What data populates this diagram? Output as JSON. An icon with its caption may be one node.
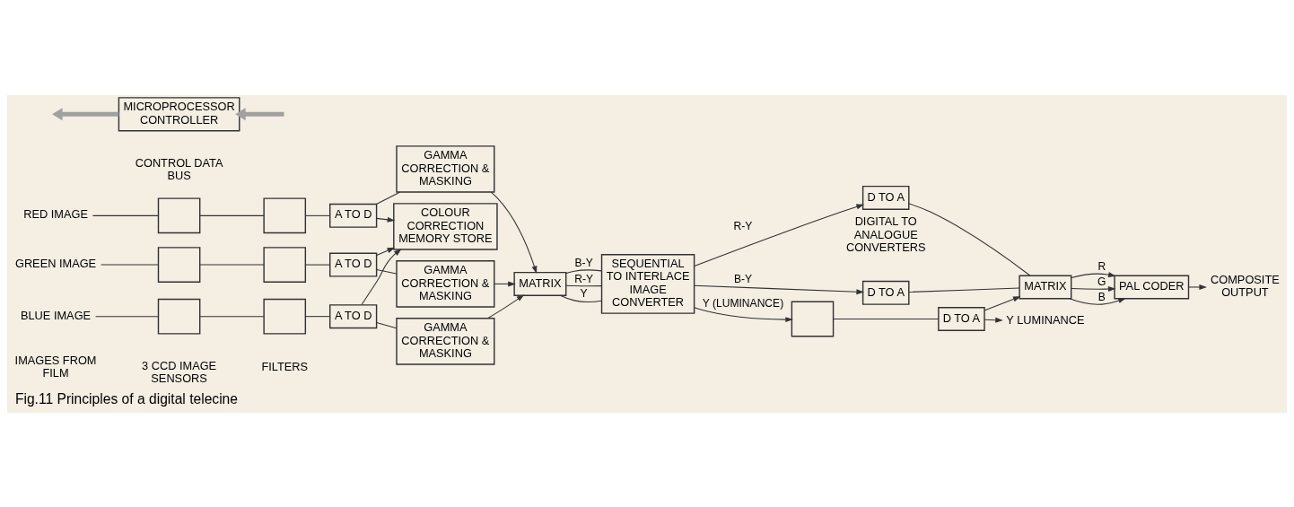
{
  "diagram": {
    "caption": "Fig.11 Principles of a digital telecine",
    "nodes": [
      {
        "text": [
          "RED IMAGE"
        ]
      },
      {
        "text": [
          "GREEN IMAGE"
        ]
      },
      {
        "text": [
          "BLUE IMAGE"
        ]
      },
      {
        "text": [],
        "shape": "box"
      },
      {
        "text": [],
        "shape": "box"
      },
      {
        "text": [],
        "shape": "box"
      },
      {
        "text": [],
        "shape": "box"
      },
      {
        "text": [],
        "shape": "box"
      },
      {
        "text": [],
        "shape": "box"
      },
      {
        "text": [
          "A TO D"
        ]
      },
      {
        "text": [
          "A TO D"
        ]
      },
      {
        "text": [
          "A TO D"
        ]
      },
      {
        "text": [
          "GAMMA CORRECTION & MASKING"
        ]
      },
      {
        "text": [
          "GAMMA CORRECTION & MASKING"
        ]
      },
      {
        "text": [
          "GAMMA CORRECTION & MASKING"
        ]
      },
      {
        "text": [
          "COLOUR CORRECTION MEMORY STORE"
        ]
      },
      {
        "text": [
          "MATRIX"
        ]
      },
      {
        "text": [
          "SEQUENTIAL TO INTERLACE IMAGE CONVERTER"
        ]
      },
      {
        "text": [
          "D TO A"
        ]
      },
      {
        "text": [
          "D TO A"
        ]
      },
      {
        "text": [],
        "shape": "box"
      },
      {
        "text": [
          "D TO A"
        ]
      },
      {
        "text": [
          "MATRIX"
        ]
      },
      {
        "text": [
          "PAL CODER"
        ]
      },
      {
        "text": [
          "COMPOSITE OUTPUT"
        ]
      },
      {
        "text": [
          "Y LUMINANCE"
        ]
      },
      {
        "text": [
          "MICROPROCESSOR CONTROLLER"
        ]
      }
    ],
    "edges": [
      {
        "from": 0,
        "to": 3,
        "arrow": "none"
      },
      {
        "from": 1,
        "to": 4,
        "arrow": "none"
      },
      {
        "from": 2,
        "to": 5,
        "arrow": "none"
      },
      {
        "from": 3,
        "to": 6,
        "arrow": "none"
      },
      {
        "from": 4,
        "to": 7,
        "arrow": "none"
      },
      {
        "from": 5,
        "to": 8,
        "arrow": "none"
      },
      {
        "from": 6,
        "to": 9,
        "arrow": "none"
      },
      {
        "from": 7,
        "to": 10,
        "arrow": "none"
      },
      {
        "from": 8,
        "to": 11,
        "arrow": "none"
      },
      {
        "from": 9,
        "to": 12,
        "arrow": "none"
      },
      {
        "from": 10,
        "to": 13,
        "arrow": "none"
      },
      {
        "from": 11,
        "to": 14,
        "arrow": "none"
      },
      {
        "from": 9,
        "to": 15,
        "arrow": "to"
      },
      {
        "from": 10,
        "to": 15,
        "arrow": "to"
      },
      {
        "from": 11,
        "to": 15,
        "arrow": "to"
      },
      {
        "from": 12,
        "to": 16,
        "arrow": "to"
      },
      {
        "from": 13,
        "to": 16,
        "arrow": "to"
      },
      {
        "from": 14,
        "to": 16,
        "arrow": "to"
      },
      {
        "from": 16,
        "to": 17,
        "label": "B-Y",
        "arrow": "none"
      },
      {
        "from": 16,
        "to": 17,
        "label": "R-Y",
        "arrow": "none"
      },
      {
        "from": 16,
        "to": 17,
        "label": "Y",
        "arrow": "none"
      },
      {
        "from": 17,
        "to": 18,
        "label": "B-Y",
        "arrow": "to"
      },
      {
        "from": 17,
        "to": 19,
        "label": "R-Y",
        "arrow": "to"
      },
      {
        "from": 17,
        "to": 20,
        "label": "Y (LUMINANCE)",
        "arrow": "to"
      },
      {
        "from": 20,
        "to": 21,
        "arrow": "none"
      },
      {
        "from": 18,
        "to": 22,
        "arrow": "none"
      },
      {
        "from": 19,
        "to": 22,
        "arrow": "none"
      },
      {
        "from": 21,
        "to": 22,
        "arrow": "to"
      },
      {
        "from": 21,
        "to": 25,
        "arrow": "to"
      },
      {
        "from": 22,
        "to": 23,
        "label": "R",
        "arrow": "to"
      },
      {
        "from": 22,
        "to": 23,
        "label": "G",
        "arrow": "to"
      },
      {
        "from": 22,
        "to": 23,
        "label": "B",
        "arrow": "to"
      },
      {
        "from": 23,
        "to": 24,
        "arrow": "to"
      },
      {
        "from": 26,
        "to": null,
        "arrow": "to",
        "style": "thick",
        "color": "#a0a0a0"
      },
      {
        "from": null,
        "to": 26,
        "arrow": "to",
        "style": "thick",
        "color": "#a0a0a0"
      }
    ],
    "labels": [
      "IMAGES FROM FILM",
      "3 CCD IMAGE SENSORS",
      "FILTERS",
      "DIGITAL TO ANALOGUE CONVERTERS",
      "CONTROL DATA BUS"
    ]
  }
}
